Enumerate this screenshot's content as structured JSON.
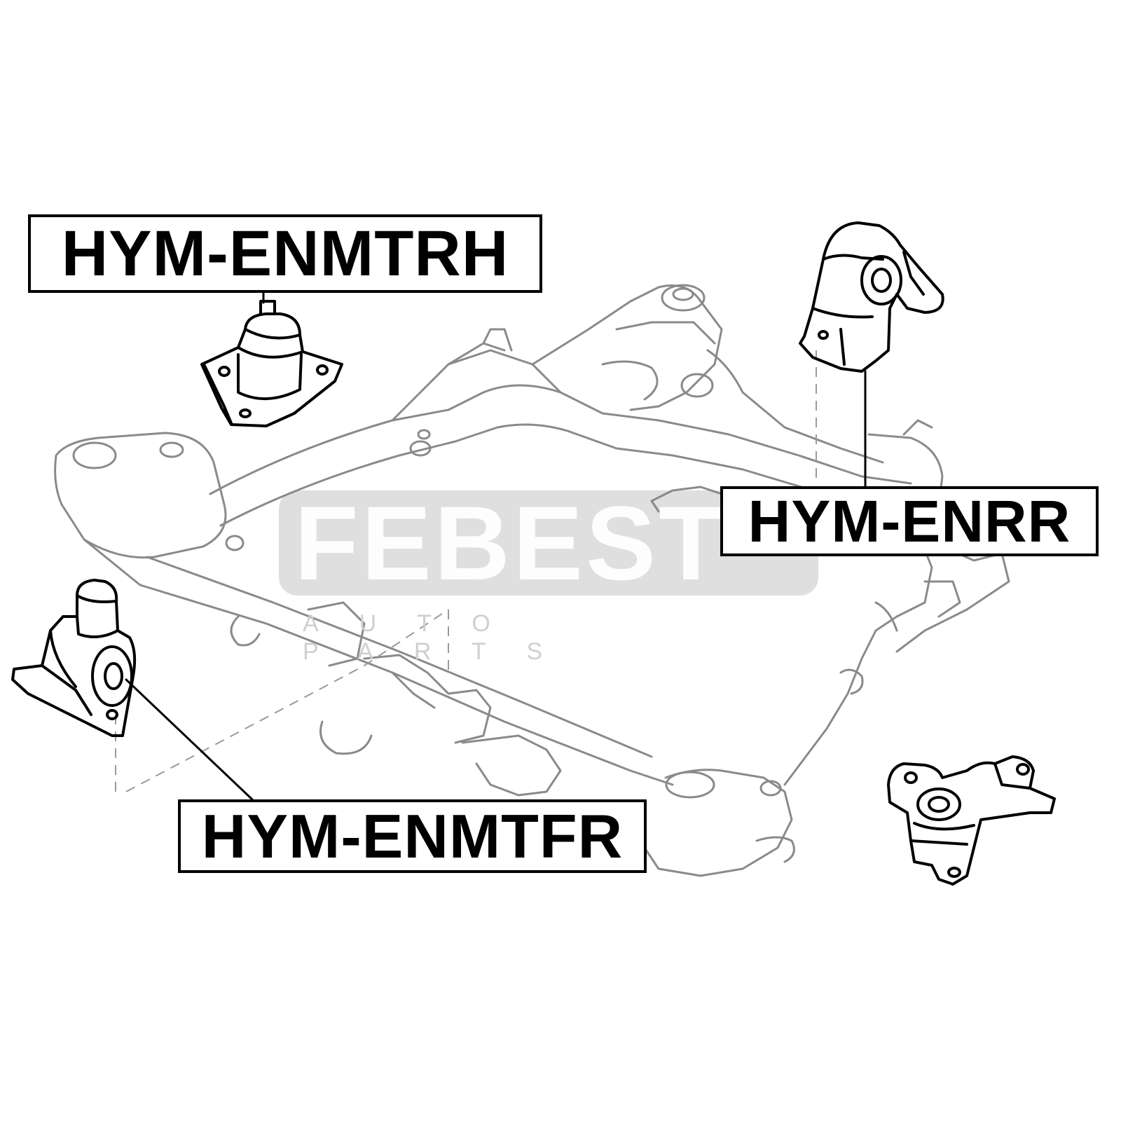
{
  "labels": {
    "top_right_mount": "HYM-ENMTRH",
    "rear_mount": "HYM-ENRR",
    "front_right_mount": "HYM-ENMTFR"
  },
  "watermark": {
    "brand": "FEBEST",
    "tagline": "AUTO PARTS"
  },
  "colors": {
    "ink": "#000000",
    "line_art": "#8a8a8a",
    "watermark_panel": "#d9d9d9"
  }
}
